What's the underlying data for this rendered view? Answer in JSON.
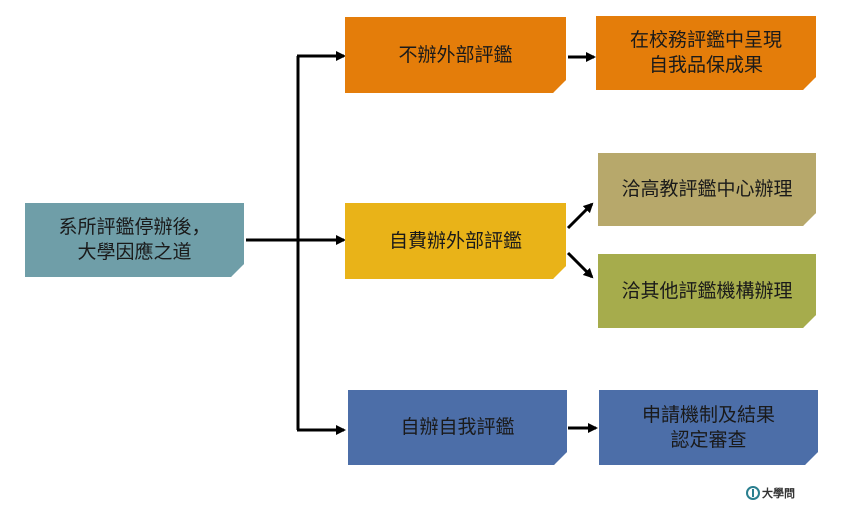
{
  "nodes": {
    "root": {
      "text": "系所評鑑停辦後，\n大學因應之道",
      "color": "#6f9ea8"
    },
    "no_external": {
      "text": "不辦外部評鑑",
      "color": "#e47d0a"
    },
    "no_external_result": {
      "text": "在校務評鑑中呈現\n自我品保成果",
      "color": "#e47d0a"
    },
    "self_paid": {
      "text": "自費辦外部評鑑",
      "color": "#e9b318"
    },
    "heeact": {
      "text": "洽高教評鑑中心辦理",
      "color": "#b7a86b"
    },
    "other_agency": {
      "text": "洽其他評鑑機構辦理",
      "color": "#a6ac4c"
    },
    "self_eval": {
      "text": "自辦自我評鑑",
      "color": "#4c6ea8"
    },
    "self_eval_result": {
      "text": "申請機制及結果\n認定審查",
      "color": "#4c6ea8"
    }
  },
  "watermark": {
    "text": "大學問"
  }
}
